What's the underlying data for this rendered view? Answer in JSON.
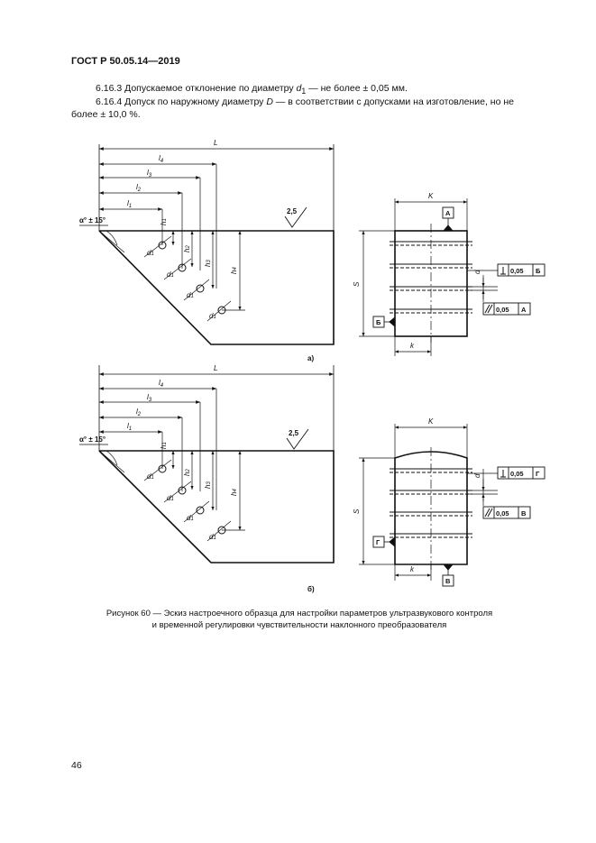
{
  "header": {
    "doc_code": "ГОСТ Р 50.05.14—2019"
  },
  "paragraphs": {
    "p1": {
      "prefix": "6.16.3 Допускаемое отклонение по диаметру ",
      "var": "d",
      "sub": "1",
      "suffix": " — не более ± 0,05 мм."
    },
    "p2": {
      "prefix": "6.16.4 Допуск по наружному диаметру ",
      "var": "D",
      "suffix": " — в соответствии с допусками на изготовление, но не более ± 10,0 %."
    }
  },
  "figure": {
    "caption_line1": "Рисунок 60 — Эскиз настроечного образца для настройки параметров ультразвукового контроля",
    "caption_line2": "и временной регулировки чувствительности наклонного преобразователя",
    "labels": {
      "L": "L",
      "l4": "l",
      "l4_sub": "4",
      "l3": "l",
      "l3_sub": "3",
      "l2": "l",
      "l2_sub": "2",
      "l1": "l",
      "l1_sub": "1",
      "angle": "α° ± 15°",
      "roughness": "2,5",
      "h1": "h",
      "h1_sub": "1",
      "h2": "h",
      "h2_sub": "2",
      "h3": "h",
      "h3_sub": "3",
      "h4": "h",
      "h4_sub": "4",
      "d_hole": "d",
      "d_hole_sub": "1",
      "K": "K",
      "k": "k",
      "S": "S",
      "d": "d",
      "tol_perp": "0,05",
      "tol_par": "0,05",
      "a_datum_top": "А",
      "a_datum_left": "Б",
      "a_ref_perp": "Б",
      "a_ref_par": "А",
      "a_view": "а)",
      "b_datum_left": "Г",
      "b_datum_bottom": "В",
      "b_ref_perp": "Г",
      "b_ref_par": "В",
      "b_view": "б)"
    }
  },
  "page_number": "46"
}
